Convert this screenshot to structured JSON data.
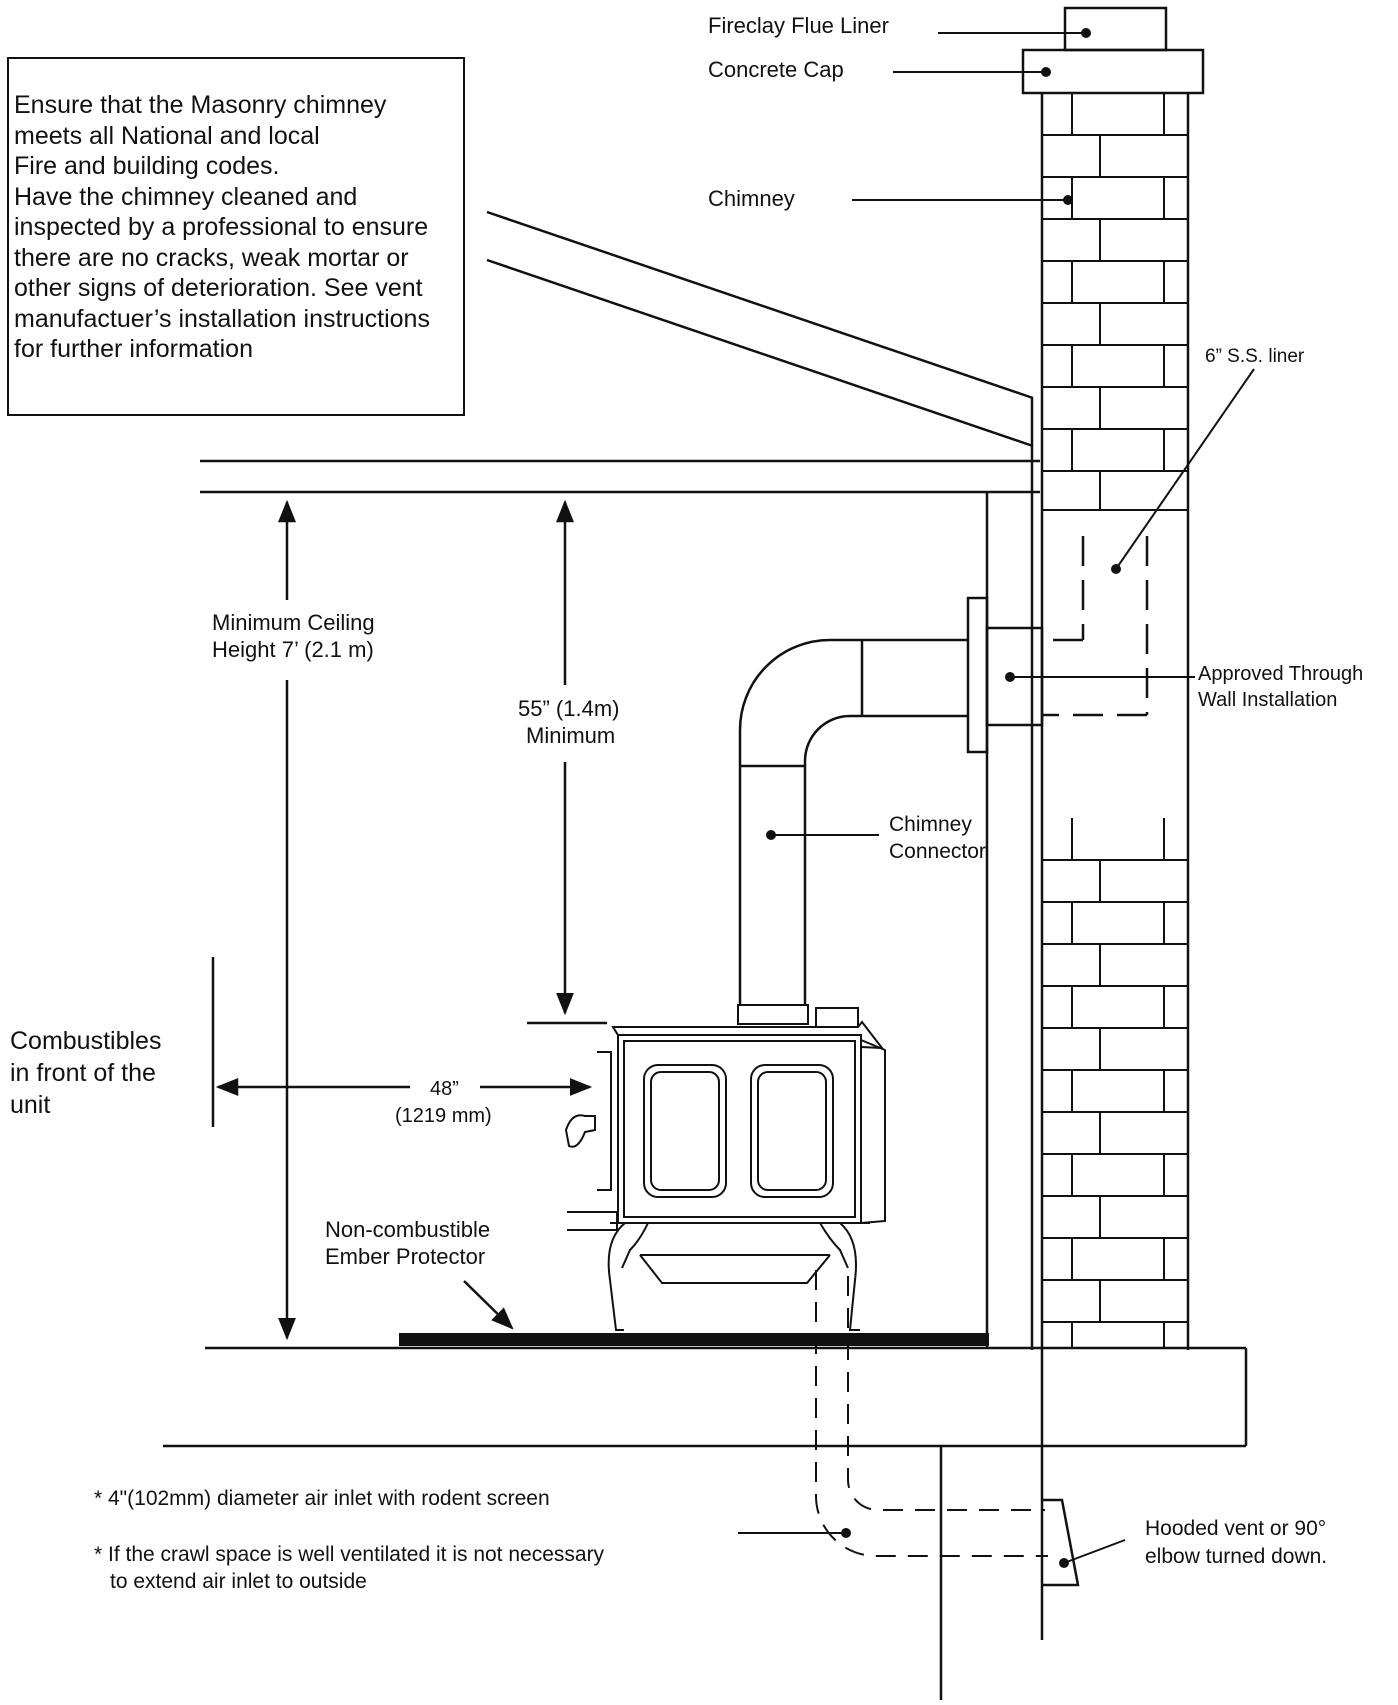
{
  "notice": {
    "lines": [
      "Ensure that the Masonry chimney",
      "meets all National and local",
      "Fire and building codes.",
      "Have the chimney cleaned and",
      "inspected by a professional to ensure",
      "there are no cracks, weak mortar or",
      "other signs of deterioration. See vent",
      "manufactuer’s installation instructions",
      "for further information"
    ]
  },
  "labels": {
    "fireclay_flue_liner": "Fireclay Flue Liner",
    "concrete_cap": "Concrete Cap",
    "chimney": "Chimney",
    "ss_liner": "6” S.S. liner",
    "min_ceiling_1": "Minimum Ceiling",
    "min_ceiling_2": "Height 7’ (2.1 m)",
    "clearance_1": "55”  (1.4m)",
    "clearance_2": "Minimum",
    "through_wall_1": "Approved Through",
    "through_wall_2": "Wall Installation",
    "connector_1": "Chimney",
    "connector_2": "Connector",
    "combustibles_1": "Combustibles",
    "combustibles_2": "in front of the",
    "combustibles_3": "unit",
    "front_clear_1": "48”",
    "front_clear_2": "(1219 mm)",
    "ember_1": "Non-combustible",
    "ember_2": "Ember Protector",
    "air_inlet": "* 4\"(102mm) diameter air inlet with rodent screen",
    "crawl_1": "* If the crawl space is well ventilated it is not necessary",
    "crawl_2": "to extend air inlet to outside",
    "hooded_1": "Hooded vent or 90°",
    "hooded_2": "elbow turned down."
  }
}
